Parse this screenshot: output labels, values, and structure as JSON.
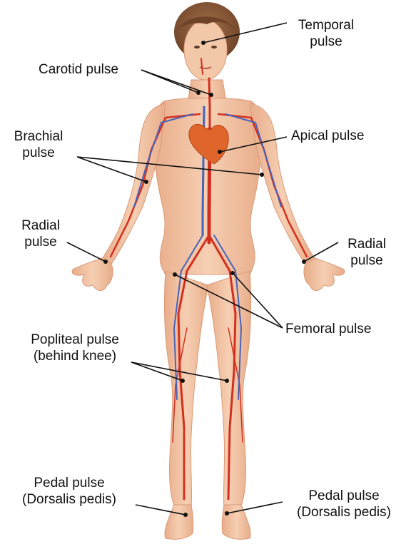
{
  "labels": {
    "temporal": {
      "line1": "Temporal",
      "line2": "pulse"
    },
    "carotid": {
      "line1": "Carotid pulse"
    },
    "brachial": {
      "line1": "Brachial",
      "line2": "pulse"
    },
    "apical": {
      "line1": "Apical pulse"
    },
    "radial_left": {
      "line1": "Radial",
      "line2": "pulse"
    },
    "radial_right": {
      "line1": "Radial",
      "line2": "pulse"
    },
    "femoral": {
      "line1": "Femoral pulse"
    },
    "popliteal": {
      "line1": "Popliteal pulse",
      "line2": "(behind knee)"
    },
    "pedal_left": {
      "line1": "Pedal pulse",
      "line2": "(Dorsalis pedis)"
    },
    "pedal_right": {
      "line1": "Pedal pulse",
      "line2": "(Dorsalis pedis)"
    }
  },
  "colors": {
    "skin": "#f1c2a2",
    "skin_shadow": "#e2a582",
    "artery": "#d2301f",
    "vein": "#4a63b8",
    "hair": "#8a5a3a",
    "heart": "#e0652a"
  }
}
